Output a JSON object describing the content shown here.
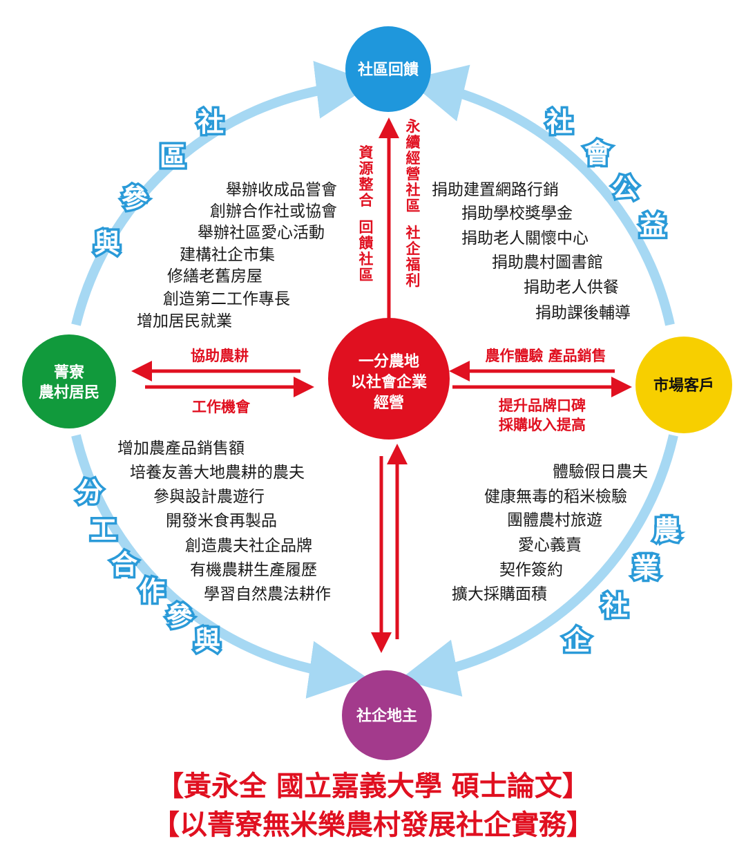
{
  "nodes": {
    "top": "社區回饋",
    "left_line1": "菁寮",
    "left_line2": "農村居民",
    "center_line1": "一分農地",
    "center_line2": "以社會企業",
    "center_line3": "經營",
    "right": "市場客戶",
    "bottom": "社企地主"
  },
  "ring_labels": {
    "top_left": "社區參與",
    "top_right": "社會公益",
    "bottom_right": "農業社企",
    "bottom_left": "分工合作參與"
  },
  "arrows": {
    "left_top": "協助農耕",
    "left_bottom": "工作機會",
    "right_top": "農作體驗 產品銷售",
    "right_bottom_line1": "提升品牌口碑",
    "right_bottom_line2": "採購收入提高",
    "up_col1": "資源整合 回饋社區",
    "up_col2": "永續經營社區 社企福利"
  },
  "lists": {
    "top_left": [
      "舉辦收成品嘗會",
      "創辦合作社或協會",
      "舉辦社區愛心活動",
      "建構社企市集",
      "修繕老舊房屋",
      "創造第二工作專長",
      "增加居民就業"
    ],
    "top_right": [
      "捐助建置網路行銷",
      "捐助學校獎學金",
      "捐助老人關懷中心",
      "捐助農村圖書館",
      "捐助老人供餐",
      "捐助課後輔導"
    ],
    "bottom_left": [
      "增加農產品銷售額",
      "培養友善大地農耕的農夫",
      "參與設計農遊行",
      "開發米食再製品",
      "創造農夫社企品牌",
      "有機農耕生產履歷",
      "學習自然農法耕作"
    ],
    "bottom_right": [
      "體驗假日農夫",
      "健康無毒的稻米檢驗",
      "團體農村旅遊",
      "愛心義賣",
      "契作簽約",
      "擴大採購面積"
    ]
  },
  "caption": {
    "line1": "【黃永全 國立嘉義大學 碩士論文】",
    "line2": "【以菁寮無米樂農村發展社企實務】"
  },
  "colors": {
    "top": "#1f97dc",
    "left": "#119a3c",
    "center": "#e01020",
    "right": "#f7cf00",
    "bottom": "#a33a8c",
    "ring": "#a6d8f3",
    "red": "#e01020"
  }
}
